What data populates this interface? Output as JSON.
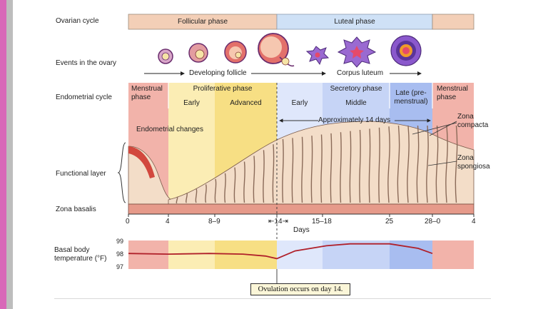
{
  "row_labels": {
    "ovarian_cycle": "Ovarian cycle",
    "events_in_ovary": "Events in the ovary",
    "endometrial_cycle": "Endometrial cycle",
    "functional_layer": "Functional layer",
    "zona_basalis": "Zona basalis",
    "basal_body_temp": "Basal body\ntemperature (°F)"
  },
  "ovarian_phases": {
    "follicular": "Follicular phase",
    "luteal": "Luteal phase"
  },
  "ovary_events": {
    "developing_follicle": "Developing follicle",
    "corpus_luteum": "Corpus luteum"
  },
  "endometrial_phases": {
    "menstrual_left": "Menstrual\nphase",
    "proliferative": "Proliferative phase",
    "early": "Early",
    "advanced": "Advanced",
    "secretory_early": "Early",
    "secretory": "Secretory phase",
    "middle": "Middle",
    "late": "Late (pre-\nmenstrual)",
    "menstrual_right": "Menstrual\nphase"
  },
  "annotations": {
    "endometrial_changes": "Endometrial changes",
    "approx_14_days": "Approximately 14 days",
    "zona_compacta": "Zona\ncompacta",
    "zona_spongiosa": "Zona\nspongiosa"
  },
  "day_axis": {
    "ticks": [
      "0",
      "4",
      "8–9",
      "14",
      "15–18",
      "25",
      "28–0",
      "4"
    ],
    "label": "Days"
  },
  "temp_axis": {
    "ticks": [
      "99",
      "98",
      "97"
    ]
  },
  "callout": "Ovulation occurs on day 14.",
  "colors": {
    "menstrual": "#f2b3aa",
    "proliferative_early": "#fbedb4",
    "proliferative_advanced": "#f7df84",
    "secretory_early": "#dfe7fb",
    "secretory_middle": "#c6d4f6",
    "secretory_late": "#a8bdf0",
    "follicular_bar": "#f3cfb7",
    "luteal_bar": "#cfe1f6",
    "temperature_line": "#b0202a"
  },
  "temperature_curve_F": [
    {
      "day": 0,
      "temp": 98.1
    },
    {
      "day": 4,
      "temp": 98.05
    },
    {
      "day": 8,
      "temp": 98.1
    },
    {
      "day": 11,
      "temp": 98.05
    },
    {
      "day": 13,
      "temp": 97.9
    },
    {
      "day": 14,
      "temp": 97.7
    },
    {
      "day": 15,
      "temp": 98.3
    },
    {
      "day": 17,
      "temp": 98.7
    },
    {
      "day": 20,
      "temp": 98.85
    },
    {
      "day": 25,
      "temp": 98.85
    },
    {
      "day": 27,
      "temp": 98.5
    },
    {
      "day": 28,
      "temp": 98.1
    }
  ]
}
